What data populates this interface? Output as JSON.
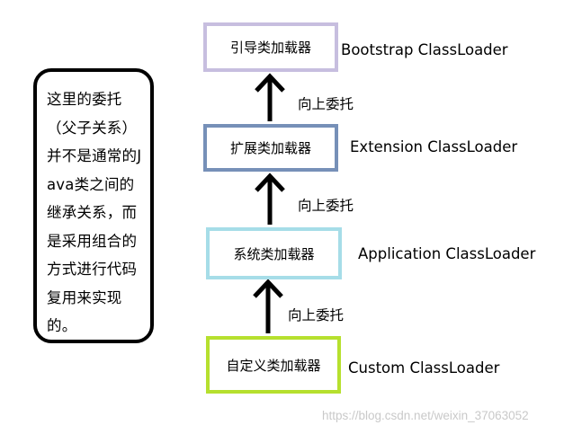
{
  "note": {
    "text": "这里的委托（父子关系）并不是通常的Java类之间的继承关系，而是采用组合的方式进行代码复用来实现的。"
  },
  "loaders": {
    "bootstrap": {
      "name": "引导类加载器",
      "class_name": "Bootstrap ClassLoader",
      "border_color": "#c7bedf"
    },
    "extension": {
      "name": "扩展类加载器",
      "class_name": "Extension ClassLoader",
      "border_color": "#7690b8"
    },
    "application": {
      "name": "系统类加载器",
      "class_name": "Application ClassLoader",
      "border_color": "#a6dde8"
    },
    "custom": {
      "name": "自定义类加载器",
      "class_name": "Custom ClassLoader",
      "border_color": "#b6e02e"
    }
  },
  "edges": {
    "ext_to_boot": "向上委托",
    "app_to_ext": "向上委托",
    "custom_to_app": "向上委托"
  },
  "watermark": "https://blog.csdn.net/weixin_37063052"
}
